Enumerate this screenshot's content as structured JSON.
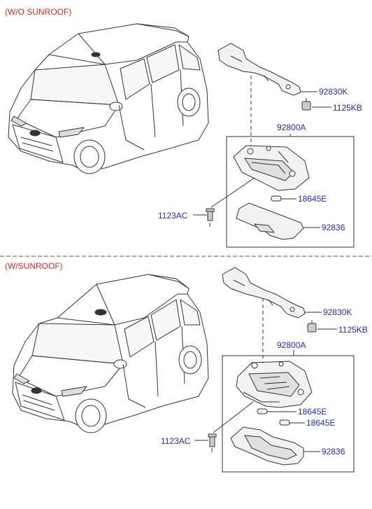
{
  "sections": [
    {
      "variant_label": "(W/O SUNROOF)",
      "assembly_part": "92800A",
      "parts": {
        "bracket": "92830K",
        "screw_bracket": "1125KB",
        "bulb": "18645E",
        "lens": "92836",
        "screw_mount": "1123AC"
      }
    },
    {
      "variant_label": "(W/SUNROOF)",
      "assembly_part": "92800A",
      "parts": {
        "bracket": "92830K",
        "screw_bracket": "1125KB",
        "bulb_1": "18645E",
        "bulb_2": "18645E",
        "lens": "92836",
        "screw_mount": "1123AC"
      }
    }
  ],
  "colors": {
    "variant_label": "#e8261c",
    "part_number": "#1d2bd6",
    "line_art": "#333333",
    "fill_light": "#f2f2f2",
    "fill_mid": "#e0e0e0",
    "divider": "#555555"
  }
}
